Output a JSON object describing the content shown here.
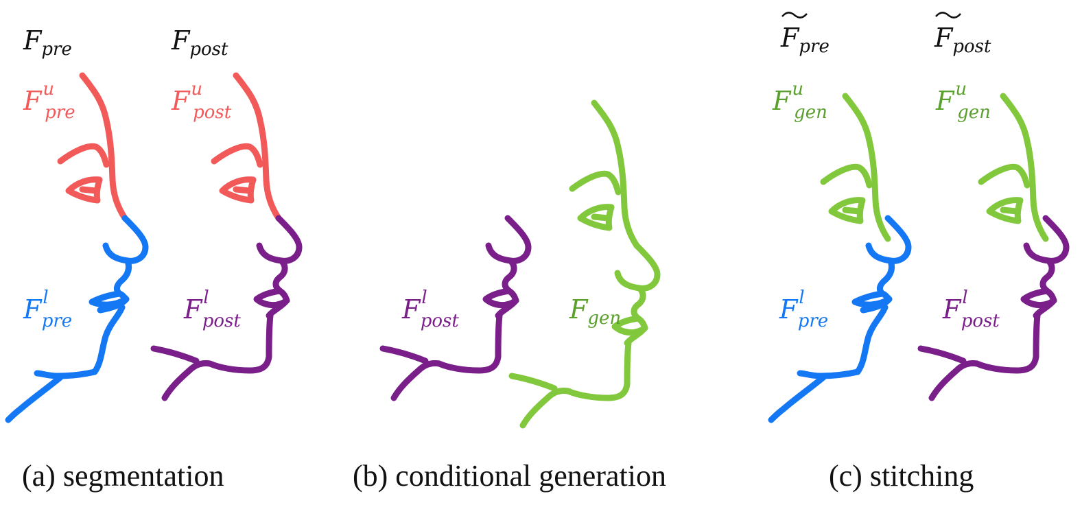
{
  "colors": {
    "upper_pre": "#f25a5a",
    "lower_pre": "#1478f5",
    "post": "#7a1f8a",
    "gen_stroke": "#82c83c",
    "gen_text": "#5aa02d",
    "black": "#111111"
  },
  "panels": [
    {
      "caption": "(a) segmentation",
      "labels": {
        "full_pre": {
          "base": "F",
          "sub": "pre",
          "sup": ""
        },
        "full_post": {
          "base": "F",
          "sub": "post",
          "sup": ""
        },
        "upper_pre": {
          "base": "F",
          "sub": "pre",
          "sup": "u"
        },
        "upper_post": {
          "base": "F",
          "sub": "post",
          "sup": "u"
        },
        "lower_pre": {
          "base": "F",
          "sub": "pre",
          "sup": "l"
        },
        "lower_post": {
          "base": "F",
          "sub": "post",
          "sup": "l"
        }
      }
    },
    {
      "caption": "(b) conditional generation",
      "labels": {
        "lower_post": {
          "base": "F",
          "sub": "post",
          "sup": "l"
        },
        "gen": {
          "base": "F",
          "sub": "gen",
          "sup": ""
        }
      }
    },
    {
      "caption": "(c) stitching",
      "labels": {
        "tilde_pre": {
          "base": "F",
          "sub": "pre",
          "sup": ""
        },
        "tilde_post": {
          "base": "F",
          "sub": "post",
          "sup": ""
        },
        "upper_gen_1": {
          "base": "F",
          "sub": "gen",
          "sup": "u"
        },
        "upper_gen_2": {
          "base": "F",
          "sub": "gen",
          "sup": "u"
        },
        "lower_pre": {
          "base": "F",
          "sub": "pre",
          "sup": "l"
        },
        "lower_post": {
          "base": "F",
          "sub": "post",
          "sup": "l"
        }
      }
    }
  ]
}
